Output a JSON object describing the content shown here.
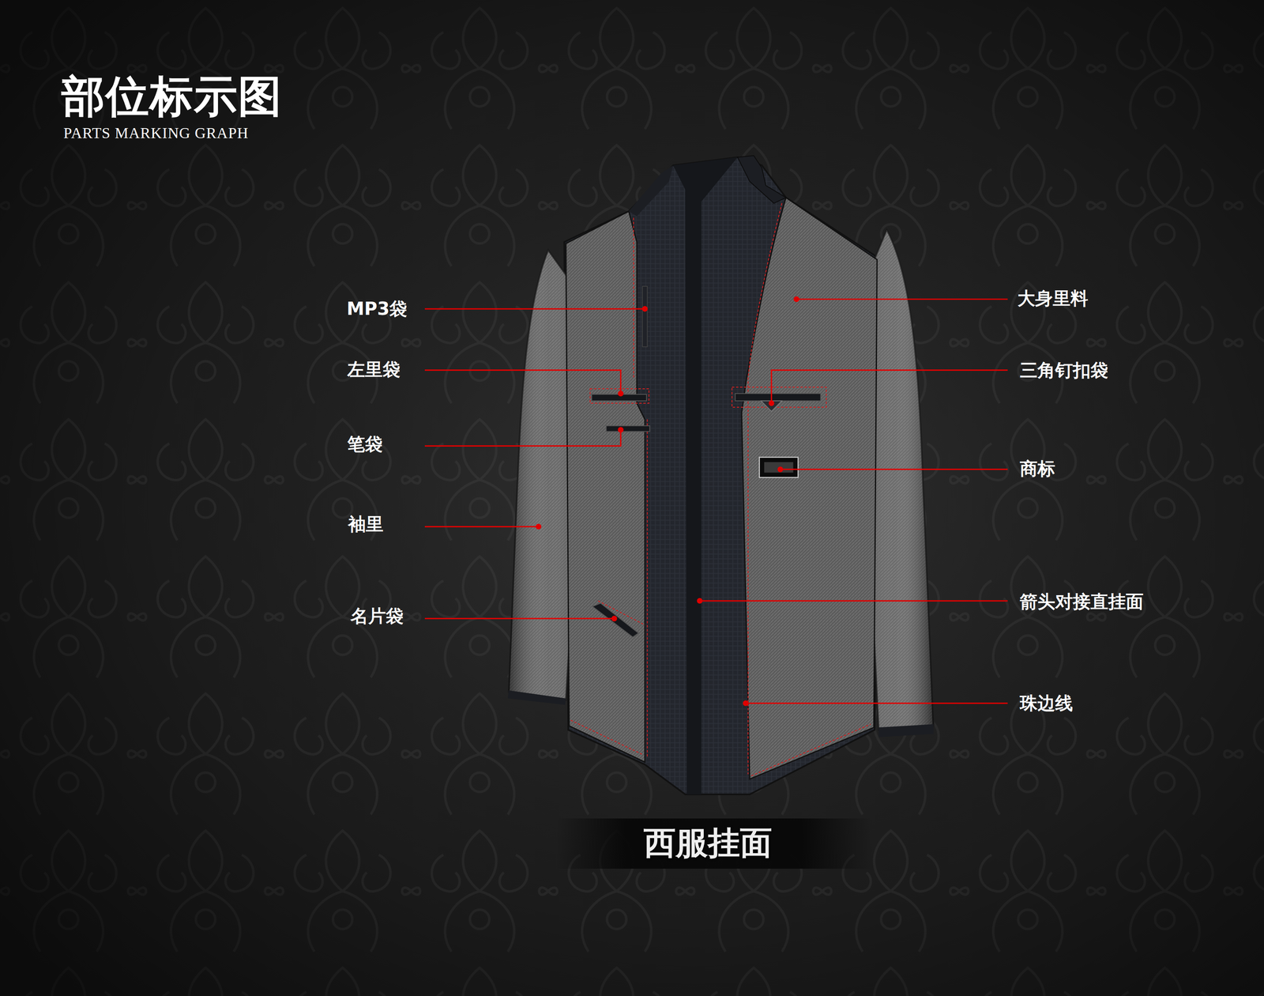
{
  "diagram": {
    "title": "部位标示图",
    "caption": "西服挂面",
    "labels": [
      "PARTS MARKING GRAPH",
      "MP3袋",
      "左里袋",
      "笔袋",
      "袖里",
      "名片袋",
      "大身里料",
      "三角钉扣袋",
      "商标",
      "箭头对接直挂面",
      "珠边线"
    ]
  }
}
